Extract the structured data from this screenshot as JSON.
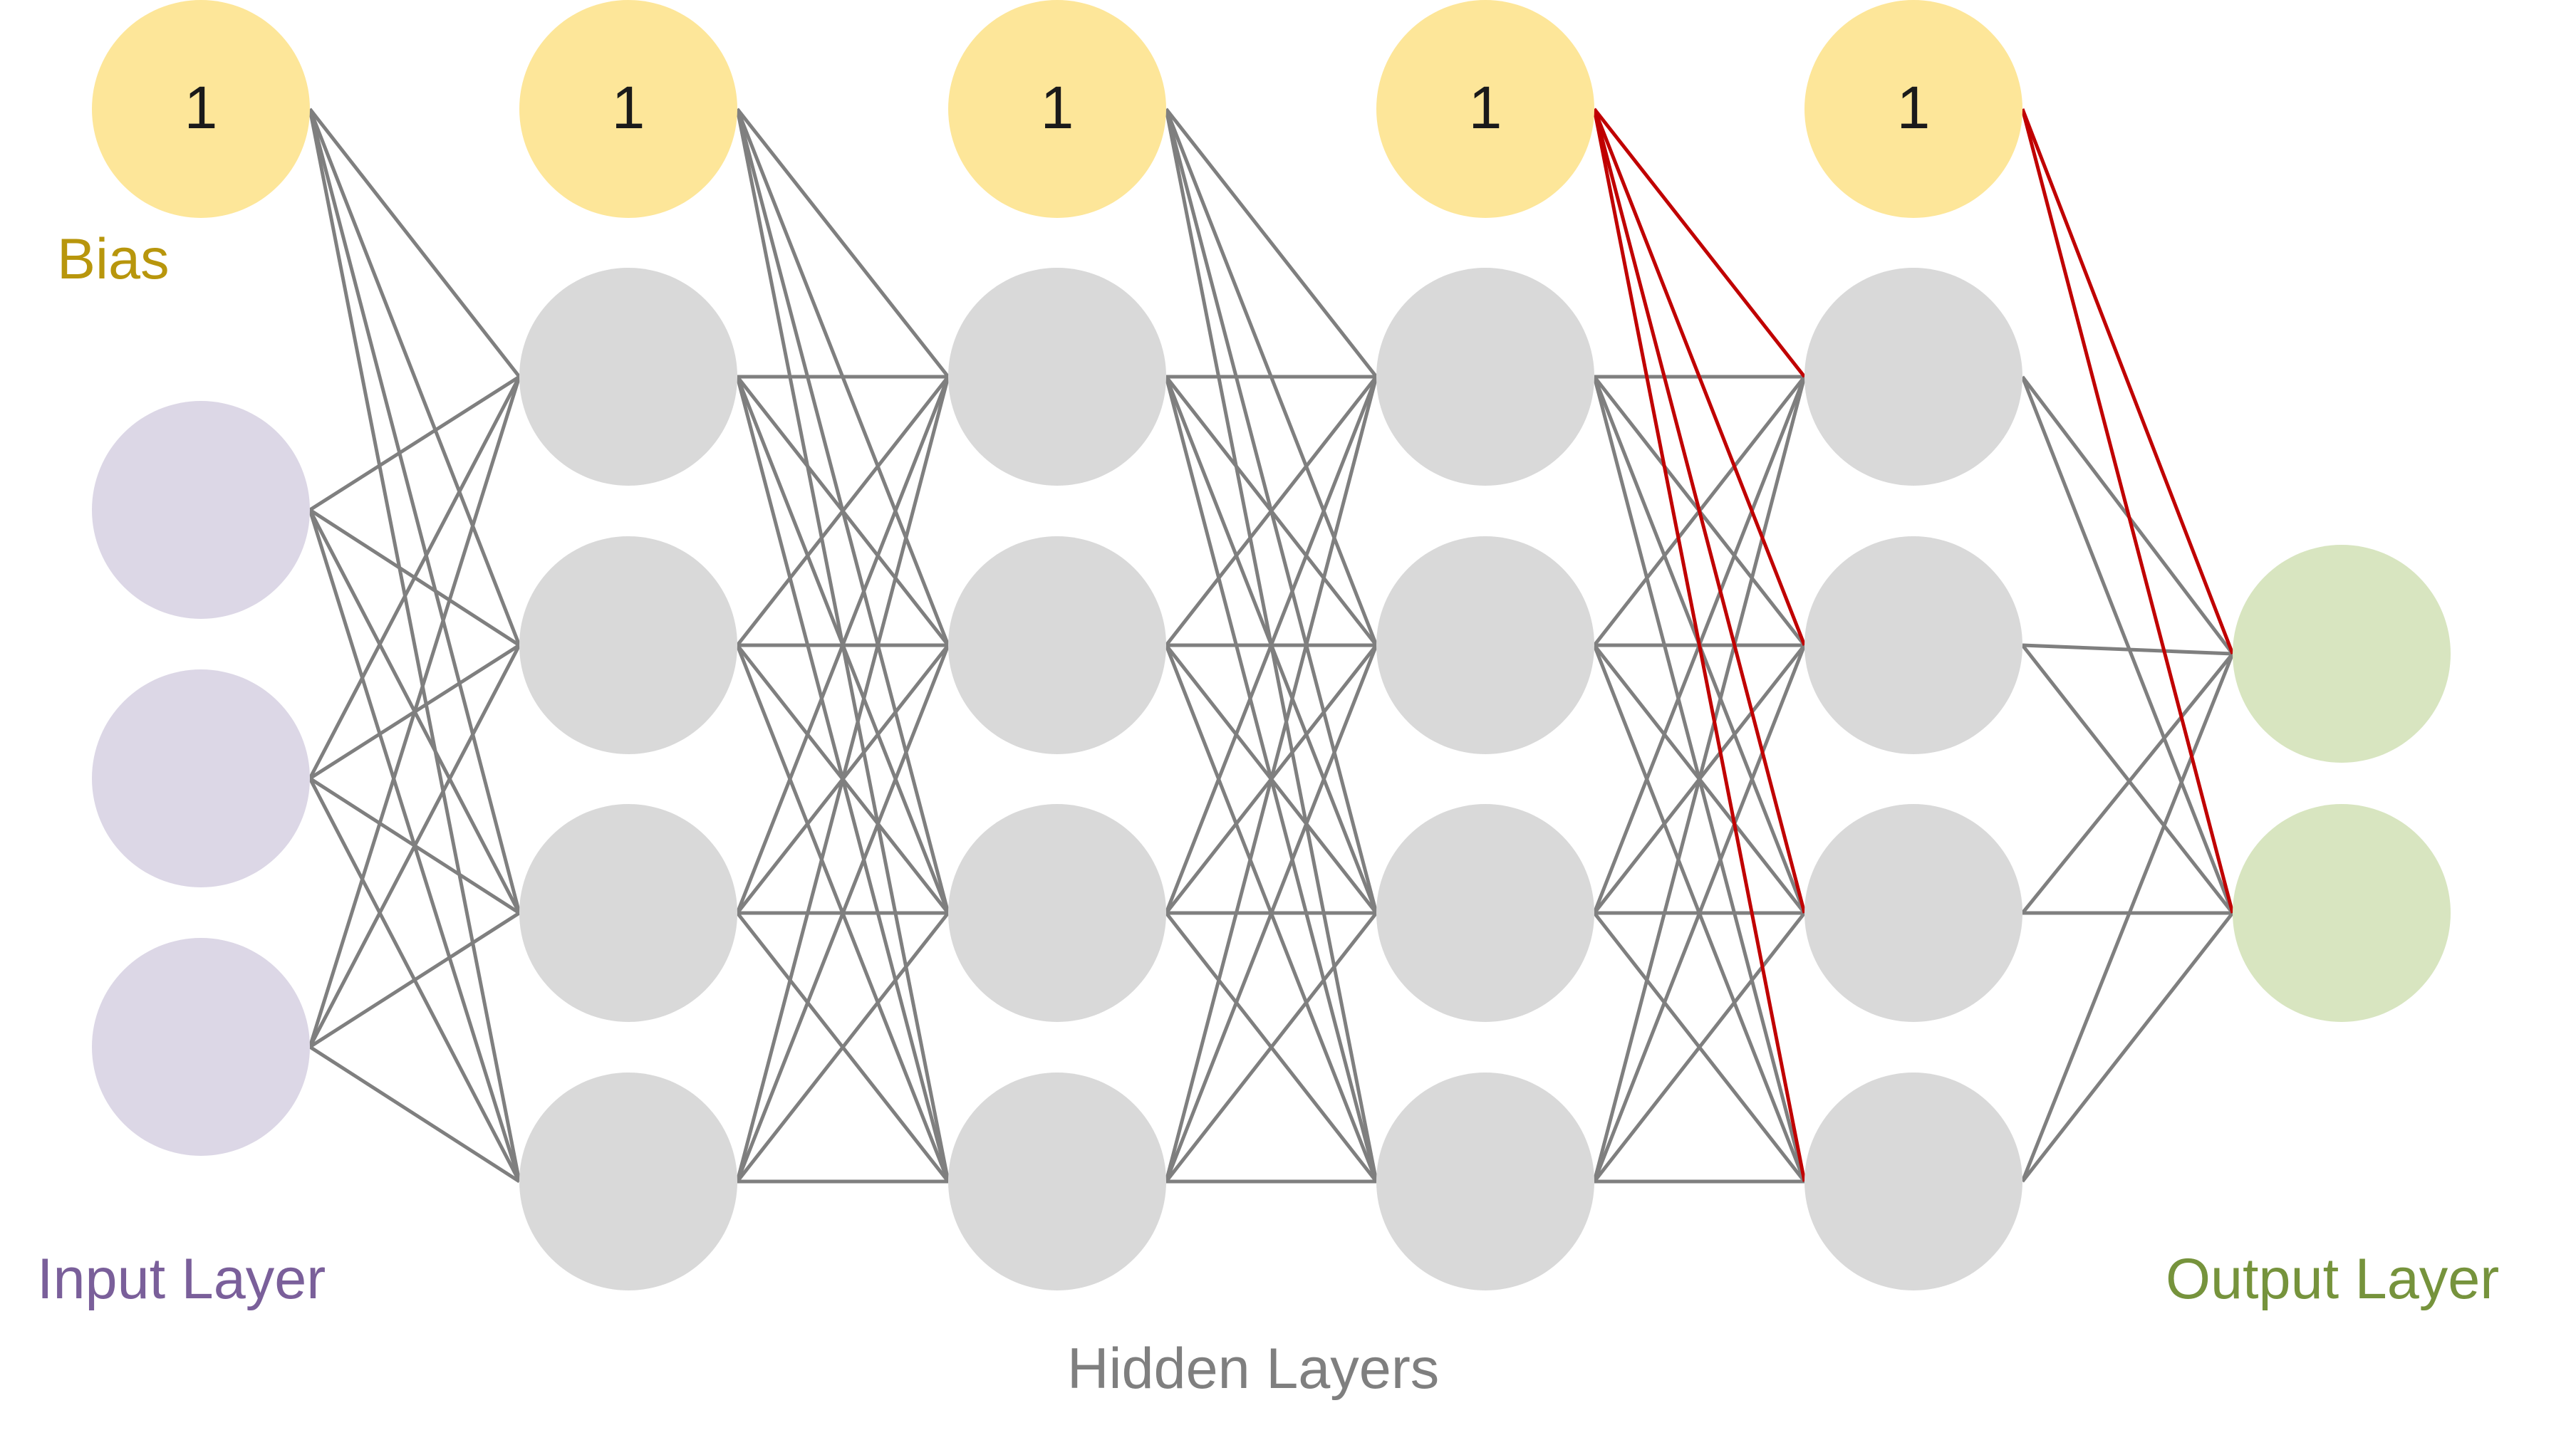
{
  "labels": {
    "bias": "Bias",
    "input_layer": "Input Layer",
    "hidden_layers": "Hidden Layers",
    "output_layer": "Output Layer"
  },
  "bias_node_text": "1",
  "network": {
    "input_nodes": 3,
    "hidden_layers": 4,
    "hidden_nodes_per_layer": 4,
    "output_nodes": 2,
    "bias_nodes": 5
  },
  "colors": {
    "bias_node": "#fde699",
    "bias_label": "#b8960c",
    "input_node": "#dcd7e6",
    "input_label": "#7a5f9a",
    "hidden_node": "#d9d9d9",
    "hidden_label": "#7f7f7f",
    "output_node": "#d8e5c0",
    "output_label": "#76933c",
    "edge": "#7f7f7f",
    "edge_highlight": "#c00000"
  }
}
